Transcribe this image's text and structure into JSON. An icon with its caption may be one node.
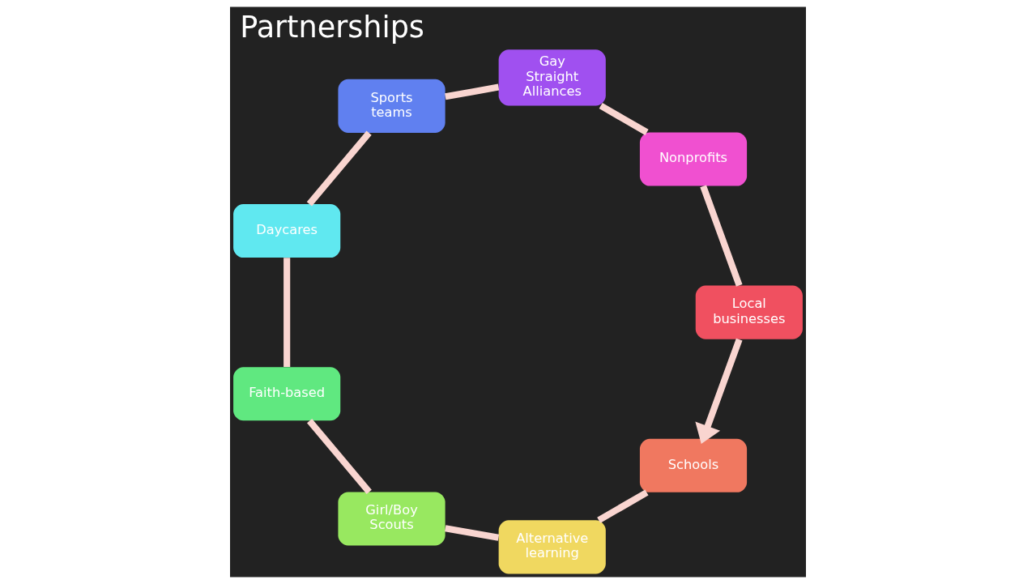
{
  "diagram": {
    "title": "Partnerships",
    "nodes": [
      {
        "text": [
          "Schools"
        ]
      },
      {
        "text": [
          "Alternative learning"
        ]
      },
      {
        "text": [
          "Girl/Boy Scouts"
        ]
      },
      {
        "text": [
          "Faith-based"
        ]
      },
      {
        "text": [
          "Daycares"
        ]
      },
      {
        "text": [
          "Sports teams"
        ]
      },
      {
        "text": [
          "Gay Straight Alliances"
        ]
      },
      {
        "text": [
          "Nonprofits"
        ]
      },
      {
        "text": [
          "Local businesses"
        ]
      }
    ],
    "edges": [
      {
        "from": 0,
        "to": 1,
        "arrow": "none"
      },
      {
        "from": 1,
        "to": 2,
        "arrow": "none"
      },
      {
        "from": 2,
        "to": 3,
        "arrow": "none"
      },
      {
        "from": 3,
        "to": 4,
        "arrow": "none"
      },
      {
        "from": 4,
        "to": 5,
        "arrow": "none"
      },
      {
        "from": 5,
        "to": 6,
        "arrow": "none"
      },
      {
        "from": 6,
        "to": 7,
        "arrow": "none"
      },
      {
        "from": 7,
        "to": 8,
        "arrow": "none"
      },
      {
        "from": 8,
        "to": 0,
        "arrow": "to"
      }
    ]
  }
}
